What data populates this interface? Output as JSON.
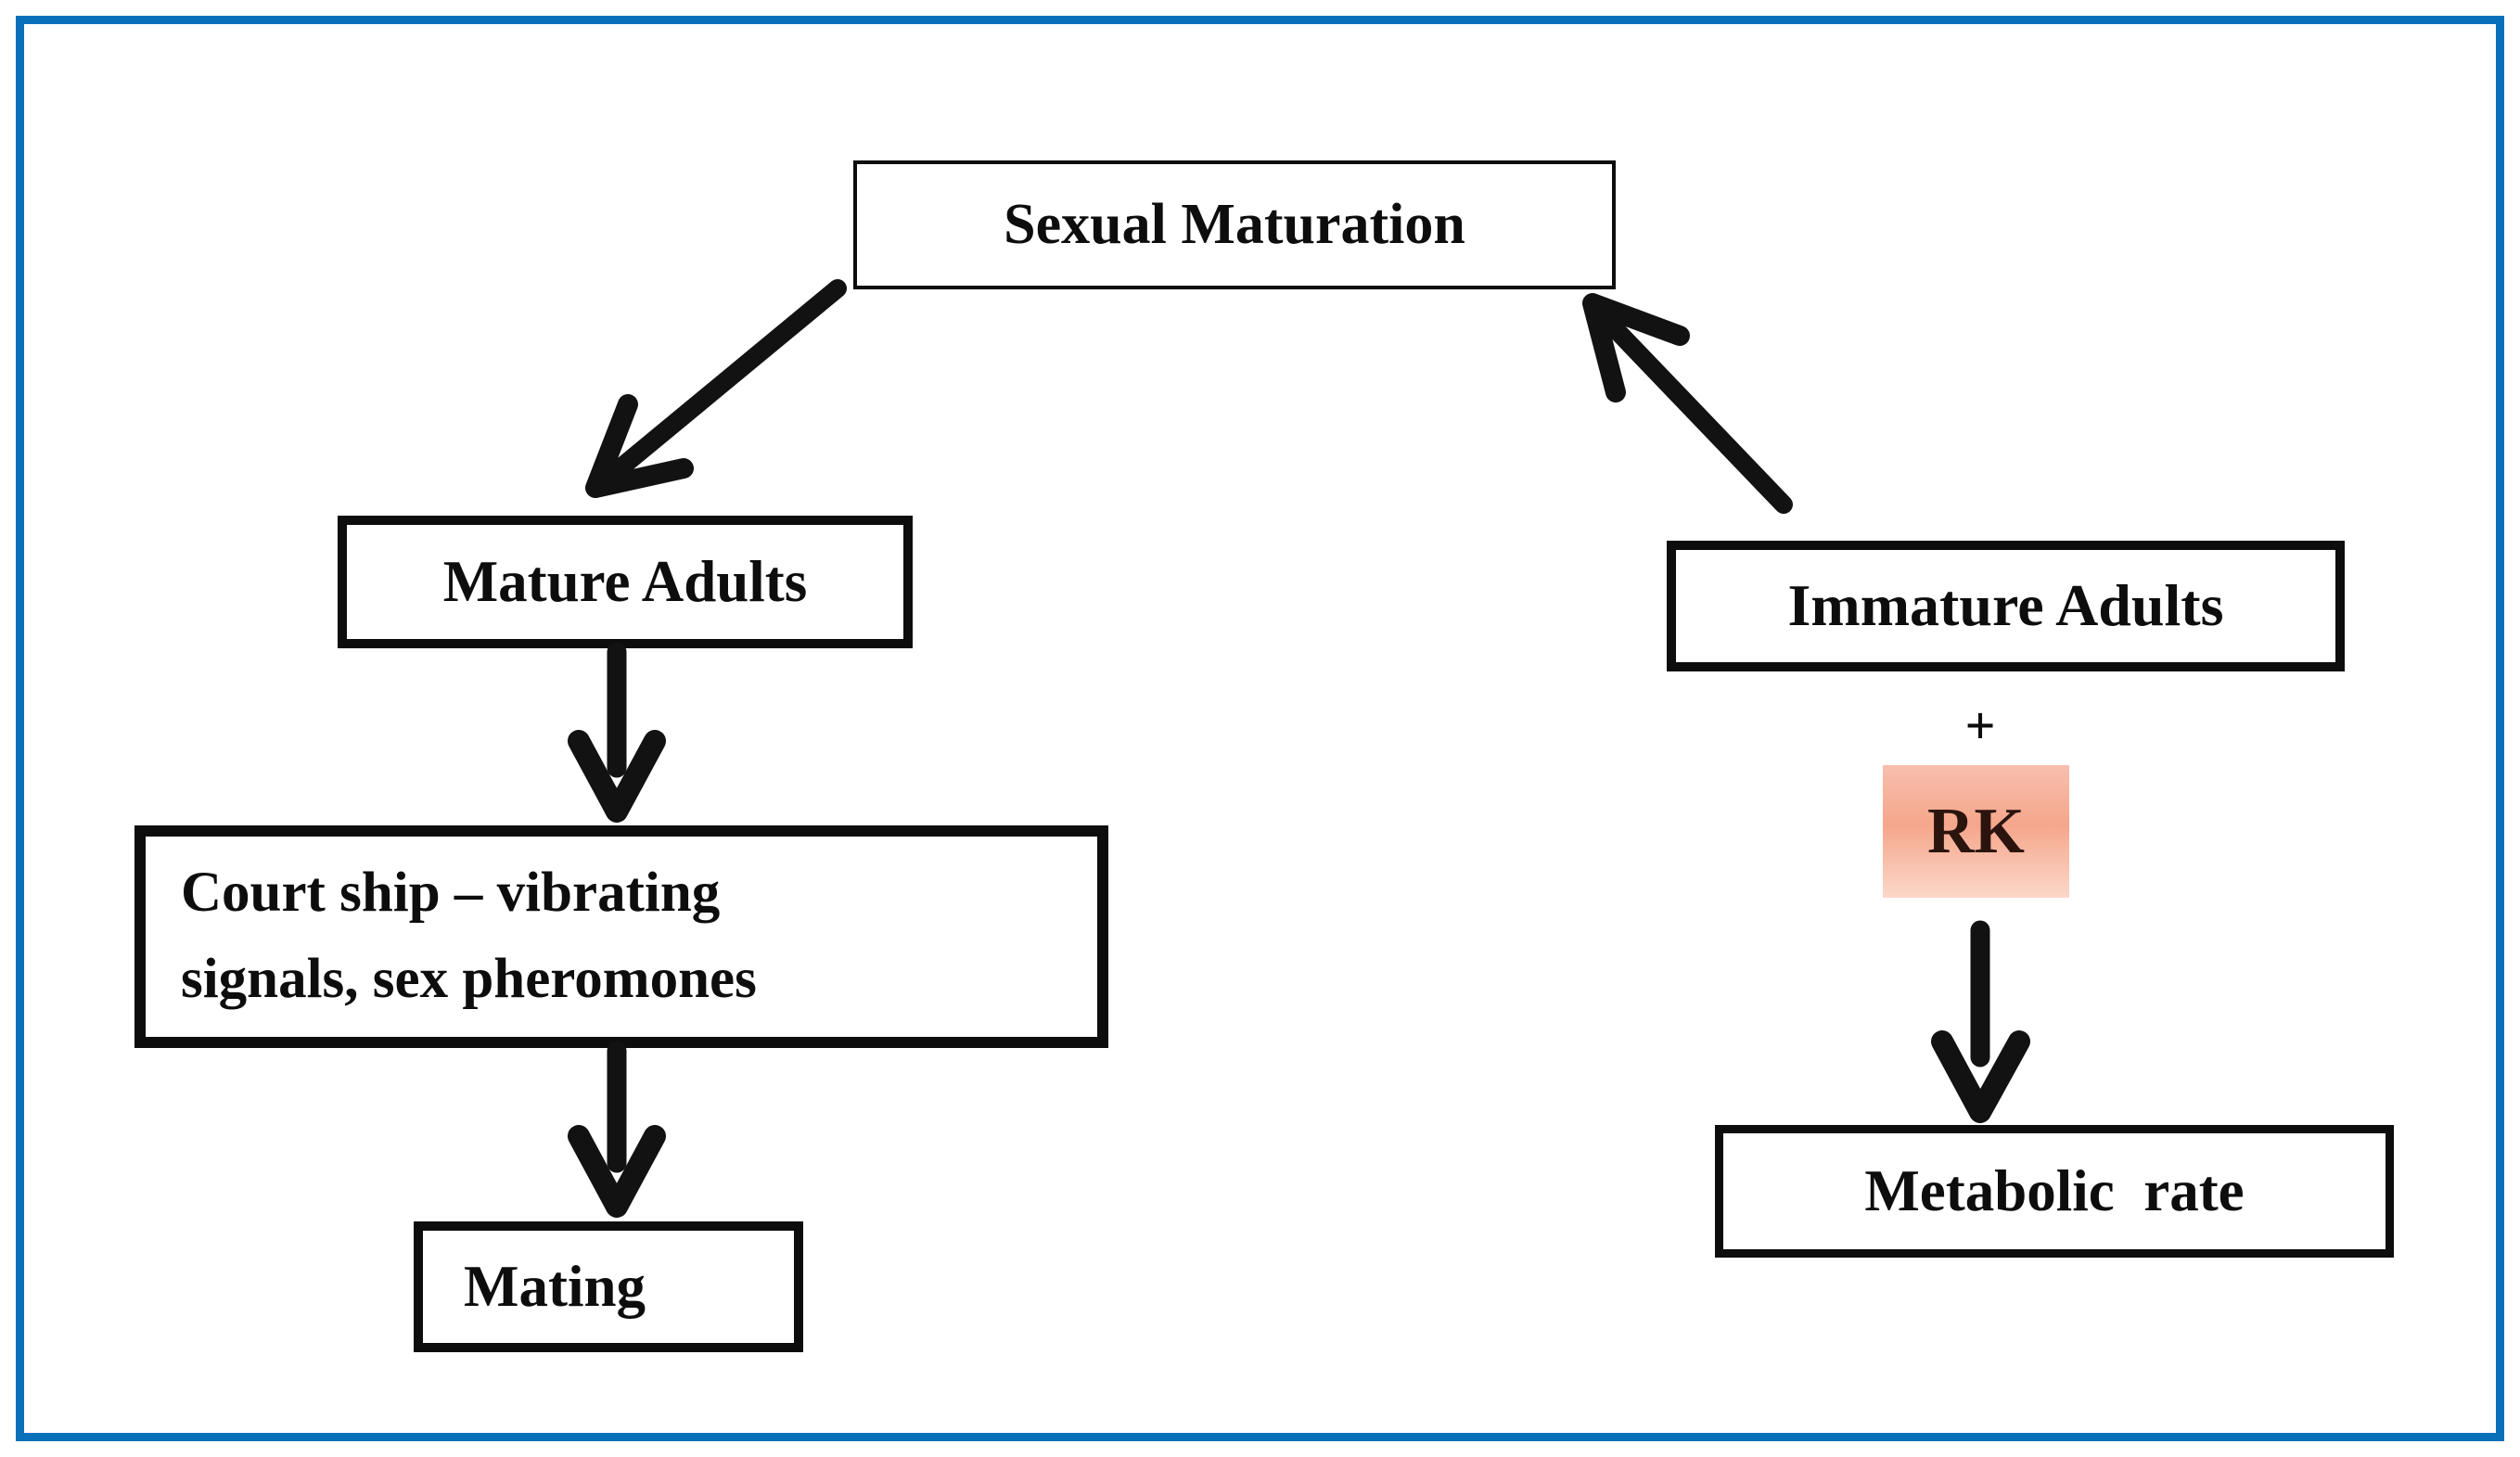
{
  "nodes": {
    "sexual_maturation": "Sexual Maturation",
    "mature_adults": "Mature Adults",
    "courtship": "Court ship – vibrating\nsignals, sex pheromones",
    "mating": "Mating",
    "immature_adults": "Immature Adults",
    "plus_sign": "+",
    "rk": "RK",
    "metabolic_rate": "Metabolic  rate"
  },
  "edges": [
    {
      "from": "Sexual Maturation",
      "to": "Mature Adults"
    },
    {
      "from": "Mature Adults",
      "to": "Court ship – vibrating signals, sex pheromones"
    },
    {
      "from": "Court ship – vibrating signals, sex pheromones",
      "to": "Mating"
    },
    {
      "from": "Immature Adults + RK",
      "to": "Sexual Maturation"
    },
    {
      "from": "RK",
      "to": "Metabolic rate"
    }
  ],
  "colors": {
    "frame_blue": "#0a70ba",
    "box_border_black": "#0d0d0d",
    "arrow_black": "#121212",
    "rk_highlight_top": "#f8bfae",
    "rk_highlight_mid": "#f5a68b",
    "rk_highlight_bottom": "#fcd8ca",
    "rk_text": "#2b140e",
    "background": "#ffffff"
  }
}
